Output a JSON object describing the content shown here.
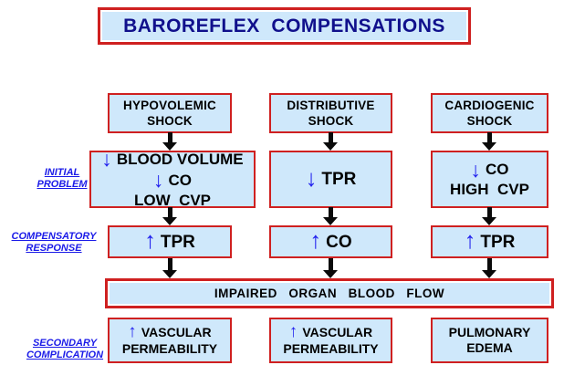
{
  "title": "BAROREFLEX  COMPENSATIONS",
  "colors": {
    "box_fill": "#cfe8fb",
    "border_red": "#cf2020",
    "title_navy": "#10108c",
    "label_blue": "#1b1be8",
    "arrow_blue": "#2222ee",
    "connector_black": "#0a0a0a"
  },
  "side_labels": {
    "initial": {
      "line1": "INITIAL",
      "line2": "PROBLEM"
    },
    "compensatory": {
      "line1": "COMPENSATORY",
      "line2": "RESPONSE"
    },
    "secondary": {
      "line1": "SECONDARY",
      "line2": "COMPLICATION"
    }
  },
  "columns": [
    {
      "header": {
        "line1": "HYPOVOLEMIC",
        "line2": "SHOCK"
      },
      "initial": {
        "lines": [
          {
            "arrow": "↓",
            "text": "BLOOD VOLUME"
          },
          {
            "arrow": "↓",
            "text": "CO"
          },
          {
            "arrow": "",
            "text": "LOW  CVP"
          }
        ]
      },
      "compensatory": {
        "arrow": "↑",
        "text": "TPR"
      },
      "secondary": {
        "lines": [
          {
            "arrow": "↑",
            "text": "VASCULAR"
          },
          {
            "arrow": "",
            "text": "PERMEABILITY"
          }
        ]
      }
    },
    {
      "header": {
        "line1": "DISTRIBUTIVE",
        "line2": "SHOCK"
      },
      "initial": {
        "lines": [
          {
            "arrow": "↓",
            "text": "TPR"
          }
        ]
      },
      "compensatory": {
        "arrow": "↑",
        "text": "CO"
      },
      "secondary": {
        "lines": [
          {
            "arrow": "↑",
            "text": "VASCULAR"
          },
          {
            "arrow": "",
            "text": "PERMEABILITY"
          }
        ]
      }
    },
    {
      "header": {
        "line1": "CARDIOGENIC",
        "line2": "SHOCK"
      },
      "initial": {
        "lines": [
          {
            "arrow": "↓",
            "text": "CO"
          },
          {
            "arrow": "",
            "text": "HIGH  CVP"
          }
        ]
      },
      "compensatory": {
        "arrow": "↑",
        "text": "TPR"
      },
      "secondary": {
        "lines": [
          {
            "arrow": "",
            "text": "PULMONARY"
          },
          {
            "arrow": "",
            "text": "EDEMA"
          }
        ]
      }
    }
  ],
  "impaired_box": "IMPAIRED  ORGAN  BLOOD  FLOW"
}
